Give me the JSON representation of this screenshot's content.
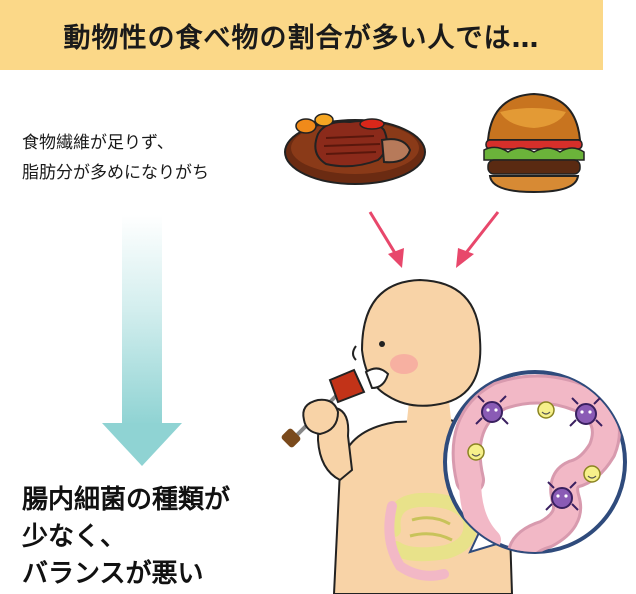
{
  "banner": {
    "title": "動物性の食べ物の割合が多い人では…"
  },
  "note": {
    "lines": [
      "食物繊維が足りず、",
      "脂肪分が多めになりがち"
    ]
  },
  "result": {
    "lines": [
      "腸内細菌の種類が",
      "少なく、",
      "バランスが悪い"
    ]
  },
  "colors": {
    "banner": "#fbd888",
    "downArrow": "#8fd3d3",
    "pinkArrow": "#e8476b",
    "skin": "#f8d3a7",
    "intestine": "#f2b8c6",
    "badBacteria": "#8a5bb5",
    "goodBacteria": "#f6f08a"
  },
  "icons": [
    "steak-icon",
    "hamburger-icon",
    "fork-icon",
    "bad-bacteria-icon",
    "good-bacteria-icon",
    "intestine-icon"
  ]
}
